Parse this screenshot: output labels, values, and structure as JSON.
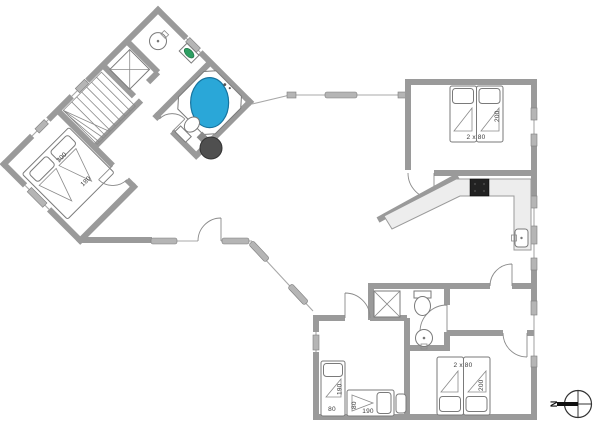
{
  "plan": {
    "type": "holiday-house-floor-plan",
    "beds": {
      "left_wing": {
        "length": "200",
        "width": "180"
      },
      "top_right": {
        "label": "2 x 80",
        "length": "200"
      },
      "bottom_right": {
        "label": "2 x 80",
        "length": "200"
      },
      "bottom_left_bed1": {
        "width": "80",
        "length": "190"
      },
      "bottom_left_bed2": {
        "width": "80",
        "length": "190"
      }
    },
    "compass": {
      "north_label": "N"
    },
    "colors": {
      "wall": "#9a9a9a",
      "hot_tub_water": "#2aa7d8",
      "hot_tub_edge": "#17749f",
      "cooktop": "#222222",
      "wood_stove": "#4f4f4f",
      "counter": "#ededed",
      "green_fixture": "#2e9e62"
    },
    "fixtures": [
      "hot-tub",
      "wood-stove",
      "toilet",
      "toilet",
      "shower",
      "shower",
      "round-sink",
      "round-sink",
      "kitchen-sink",
      "cooktop",
      "stairs",
      "washer-green-fixture"
    ]
  }
}
